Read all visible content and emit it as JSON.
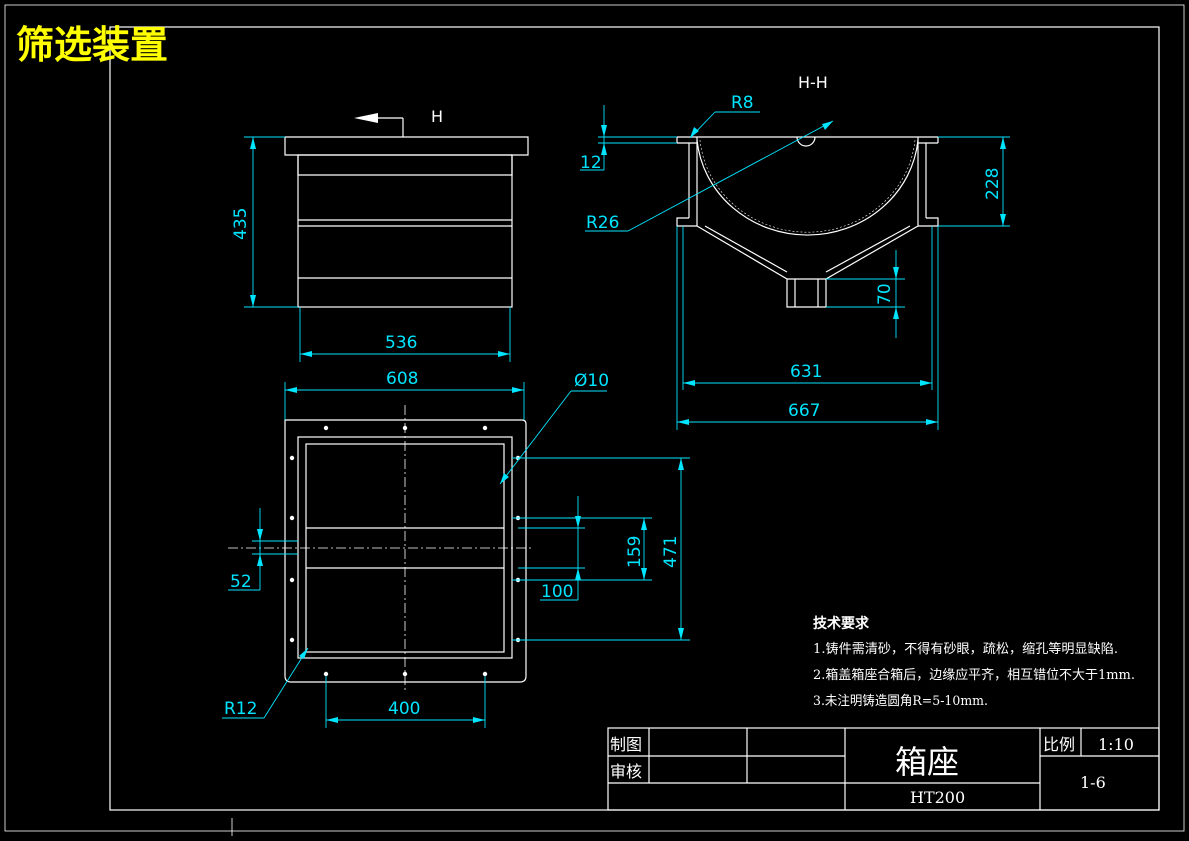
{
  "drawing_title": "筛选装置",
  "section_label": "H-H",
  "view_arrow_label": "H",
  "dimensions": {
    "front_height": "435",
    "front_inner_width": "536",
    "section_r8": "R8",
    "section_12": "12",
    "section_r26": "R26",
    "section_228": "228",
    "section_70": "70",
    "section_631": "631",
    "section_667": "667",
    "plan_608": "608",
    "plan_hole": "Ø10",
    "plan_159": "159",
    "plan_471": "471",
    "plan_100": "100",
    "plan_52": "52",
    "plan_r12": "R12",
    "plan_400": "400"
  },
  "tech_notes": {
    "heading": "技术要求",
    "items": [
      "1.铸件需清砂，不得有砂眼，疏松，缩孔等明显缺陷.",
      "2.箱盖箱座合箱后，边缘应平齐，相互错位不大于1mm.",
      "3.未注明铸造圆角R=5-10mm."
    ]
  },
  "title_block": {
    "drawn_label": "制图",
    "checked_label": "审核",
    "part_name": "箱座",
    "material": "HT200",
    "scale_label": "比例",
    "scale_value": "1:10",
    "drawing_no": "1-6"
  },
  "colors": {
    "background": "#000000",
    "line": "#ffffff",
    "dimension": "#00e5ff",
    "title": "#ffff00"
  }
}
